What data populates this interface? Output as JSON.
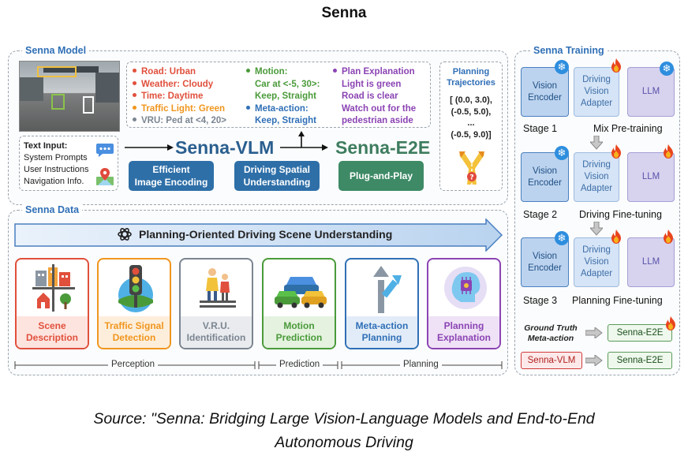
{
  "title": "Senna",
  "model": {
    "section_label": "Senna Model",
    "info_col1": [
      {
        "text": "Road: Urban",
        "color": "#e0503c"
      },
      {
        "text": "Weather: Cloudy",
        "color": "#e0503c"
      },
      {
        "text": "Time: Daytime",
        "color": "#e0503c"
      },
      {
        "text": "Traffic Light: Green",
        "color": "#f0961e"
      },
      {
        "text": "VRU: Ped at <4, 20>",
        "color": "#7b8591"
      }
    ],
    "info_col2": [
      {
        "text": "Motion:",
        "color": "#4a9a3a",
        "dot": true
      },
      {
        "text": "Car at <-5, 30>:",
        "color": "#4a9a3a",
        "dot": false
      },
      {
        "text": "Keep, Straight",
        "color": "#4a9a3a",
        "dot": false
      },
      {
        "text": "Meta-action:",
        "color": "#2f6fb6",
        "dot": true
      },
      {
        "text": "Keep, Straight",
        "color": "#2f6fb6",
        "dot": false
      }
    ],
    "info_col3": [
      {
        "text": "Plan Explanation",
        "color": "#8b44b3",
        "dot": true
      },
      {
        "text": "Light is green",
        "color": "#8b44b3",
        "dot": false
      },
      {
        "text": "Road is clear",
        "color": "#8b44b3",
        "dot": false
      },
      {
        "text": "Watch out for the",
        "color": "#8b44b3",
        "dot": false
      },
      {
        "text": "pedestrian aside",
        "color": "#8b44b3",
        "dot": false
      }
    ],
    "text_input": {
      "heading": "Text Input:",
      "lines": [
        "System Prompts",
        "User Instructions",
        "Navigation Info."
      ]
    },
    "vlm_label": "Senna-VLM",
    "e2e_label": "Senna-E2E",
    "btn_encoding": [
      "Efficient",
      "Image Encoding"
    ],
    "btn_spatial": [
      "Driving Spatial",
      "Understanding"
    ],
    "btn_plug": "Plug-and-Play",
    "trajectories": {
      "title": [
        "Planning",
        "Trajectories"
      ],
      "values": [
        "[ (0.0, 3.0),",
        "(-0.5, 5.0),",
        "...",
        "(-0.5, 9.0)]"
      ]
    }
  },
  "data": {
    "section_label": "Senna Data",
    "banner": "Planning-Oriented Driving Scene Understanding",
    "tasks": [
      {
        "label": [
          "Scene",
          "Description"
        ],
        "color": "#e0503c",
        "bg": "#fde4df",
        "icon": "city-icon"
      },
      {
        "label": [
          "Traffic Signal",
          "Detection"
        ],
        "color": "#f0961e",
        "bg": "#fdeedb",
        "icon": "traffic-light-icon"
      },
      {
        "label": [
          "V.R.U.",
          "Identification"
        ],
        "color": "#7b8591",
        "bg": "#e9ebee",
        "icon": "pedestrian-icon"
      },
      {
        "label": [
          "Motion",
          "Prediction"
        ],
        "color": "#4a9a3a",
        "bg": "#e4f2df",
        "icon": "cars-icon"
      },
      {
        "label": [
          "Meta-action",
          "Planning"
        ],
        "color": "#2f6fb6",
        "bg": "#e2ecf8",
        "icon": "road-sign-icon"
      },
      {
        "label": [
          "Planning",
          "Explanation"
        ],
        "color": "#8b44b3",
        "bg": "#efe2f6",
        "icon": "brain-icon"
      }
    ],
    "phases": [
      "Perception",
      "Prediction",
      "Planning"
    ]
  },
  "training": {
    "section_label": "Senna Training",
    "modules": {
      "ve": [
        "Vision",
        "Encoder"
      ],
      "da": [
        "Driving",
        "Vision",
        "Adapter"
      ],
      "llm": "LLM"
    },
    "stages": [
      {
        "num": "Stage 1",
        "name": "Mix Pre-training"
      },
      {
        "num": "Stage 2",
        "name": "Driving Fine-tuning"
      },
      {
        "num": "Stage 3",
        "name": "Planning Fine-tuning"
      }
    ],
    "gt_meta": [
      "Ground Truth",
      "Meta-action"
    ],
    "e2e": "Senna-E2E",
    "vlm": "Senna-VLM"
  },
  "source": [
    "Source: \"Senna: Bridging Large Vision-Language Models and End-to-End",
    "Autonomous Driving"
  ]
}
